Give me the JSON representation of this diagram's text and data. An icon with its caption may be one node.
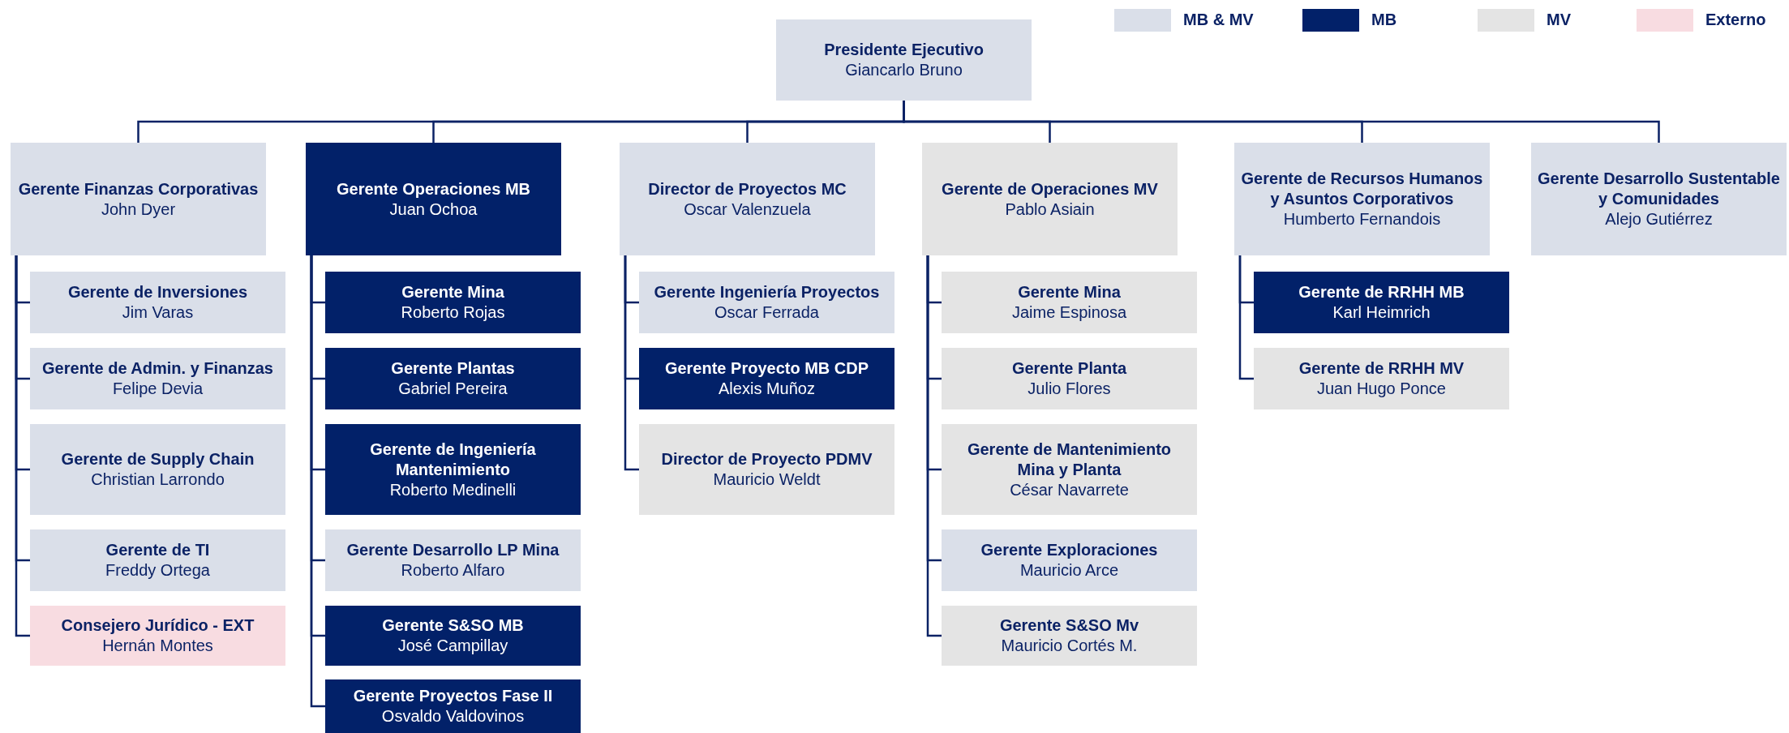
{
  "diagram": {
    "nodes": [
      {
        "text": [
          "Presidente Ejecutivo",
          "Giancarlo Bruno"
        ]
      },
      {
        "text": [
          "Gerente Finanzas Corporativas",
          "John Dyer"
        ]
      },
      {
        "text": [
          "Gerente de Inversiones",
          "Jim Varas"
        ]
      },
      {
        "text": [
          "Gerente de Admin. y Finanzas",
          "Felipe Devia"
        ]
      },
      {
        "text": [
          "Gerente de Supply Chain",
          "Christian Larrondo"
        ]
      },
      {
        "text": [
          "Gerente de TI",
          "Freddy Ortega"
        ]
      },
      {
        "text": [
          "Consejero Jurídico - EXT",
          "Hernán Montes"
        ]
      },
      {
        "text": [
          "Gerente Operaciones MB",
          "Juan Ochoa"
        ]
      },
      {
        "text": [
          "Gerente Mina",
          "Roberto Rojas"
        ]
      },
      {
        "text": [
          "Gerente Plantas",
          "Gabriel Pereira"
        ]
      },
      {
        "text": [
          "Gerente de Ingeniería Mantenimiento",
          "Roberto Medinelli"
        ]
      },
      {
        "text": [
          "Gerente Desarrollo LP Mina",
          "Roberto Alfaro"
        ]
      },
      {
        "text": [
          "Gerente S&SO MB",
          "José Campillay"
        ]
      },
      {
        "text": [
          "Gerente Proyectos Fase II",
          "Osvaldo Valdovinos"
        ]
      },
      {
        "text": [
          "Director de Proyectos MC",
          "Oscar Valenzuela"
        ]
      },
      {
        "text": [
          "Gerente Ingeniería Proyectos",
          "Oscar Ferrada"
        ]
      },
      {
        "text": [
          "Gerente Proyecto MB CDP",
          "Alexis Muñoz"
        ]
      },
      {
        "text": [
          "Director de Proyecto PDMV",
          "Mauricio Weldt"
        ]
      },
      {
        "text": [
          "Gerente de Operaciones MV",
          "Pablo Asiain"
        ]
      },
      {
        "text": [
          "Gerente Mina",
          "Jaime Espinosa"
        ]
      },
      {
        "text": [
          "Gerente Planta",
          "Julio Flores"
        ]
      },
      {
        "text": [
          "Gerente de Mantenimiento Mina y Planta",
          "César Navarrete"
        ]
      },
      {
        "text": [
          "Gerente Exploraciones",
          "Mauricio Arce"
        ]
      },
      {
        "text": [
          "Gerente S&SO Mv",
          "Mauricio Cortés M."
        ]
      },
      {
        "text": [
          "Gerente de Recursos Humanos y Asuntos Corporativos",
          "Humberto Fernandois"
        ]
      },
      {
        "text": [
          "Gerente de RRHH MB",
          "Karl Heimrich"
        ]
      },
      {
        "text": [
          "Gerente de RRHH MV",
          "Juan Hugo Ponce"
        ]
      },
      {
        "text": [
          "Gerente Desarrollo Sustentable y Comunidades",
          "Alejo Gutiérrez"
        ]
      }
    ],
    "edges": [
      {
        "from": 0,
        "to": 1,
        "arrow": "none"
      },
      {
        "from": 0,
        "to": 7,
        "arrow": "none"
      },
      {
        "from": 0,
        "to": 14,
        "arrow": "none"
      },
      {
        "from": 0,
        "to": 18,
        "arrow": "none"
      },
      {
        "from": 0,
        "to": 24,
        "arrow": "none"
      },
      {
        "from": 0,
        "to": 27,
        "arrow": "none"
      },
      {
        "from": 1,
        "to": 2,
        "arrow": "none"
      },
      {
        "from": 1,
        "to": 3,
        "arrow": "none"
      },
      {
        "from": 1,
        "to": 4,
        "arrow": "none"
      },
      {
        "from": 1,
        "to": 5,
        "arrow": "none"
      },
      {
        "from": 1,
        "to": 6,
        "arrow": "none"
      },
      {
        "from": 7,
        "to": 8,
        "arrow": "none"
      },
      {
        "from": 7,
        "to": 9,
        "arrow": "none"
      },
      {
        "from": 7,
        "to": 10,
        "arrow": "none"
      },
      {
        "from": 7,
        "to": 11,
        "arrow": "none"
      },
      {
        "from": 7,
        "to": 12,
        "arrow": "none"
      },
      {
        "from": 7,
        "to": 13,
        "arrow": "none"
      },
      {
        "from": 14,
        "to": 15,
        "arrow": "none"
      },
      {
        "from": 14,
        "to": 16,
        "arrow": "none"
      },
      {
        "from": 14,
        "to": 17,
        "arrow": "none"
      },
      {
        "from": 18,
        "to": 19,
        "arrow": "none"
      },
      {
        "from": 18,
        "to": 20,
        "arrow": "none"
      },
      {
        "from": 18,
        "to": 21,
        "arrow": "none"
      },
      {
        "from": 18,
        "to": 22,
        "arrow": "none"
      },
      {
        "from": 18,
        "to": 23,
        "arrow": "none"
      },
      {
        "from": 24,
        "to": 25,
        "arrow": "none"
      },
      {
        "from": 24,
        "to": 26,
        "arrow": "none"
      }
    ],
    "legend": [
      {
        "text": "MB & MV",
        "color": "#dadfe9"
      },
      {
        "text": "MB",
        "color": "#022169"
      },
      {
        "text": "MV",
        "color": "#e4e4e4"
      },
      {
        "text": "Externo",
        "color": "#f8dce1"
      }
    ]
  }
}
